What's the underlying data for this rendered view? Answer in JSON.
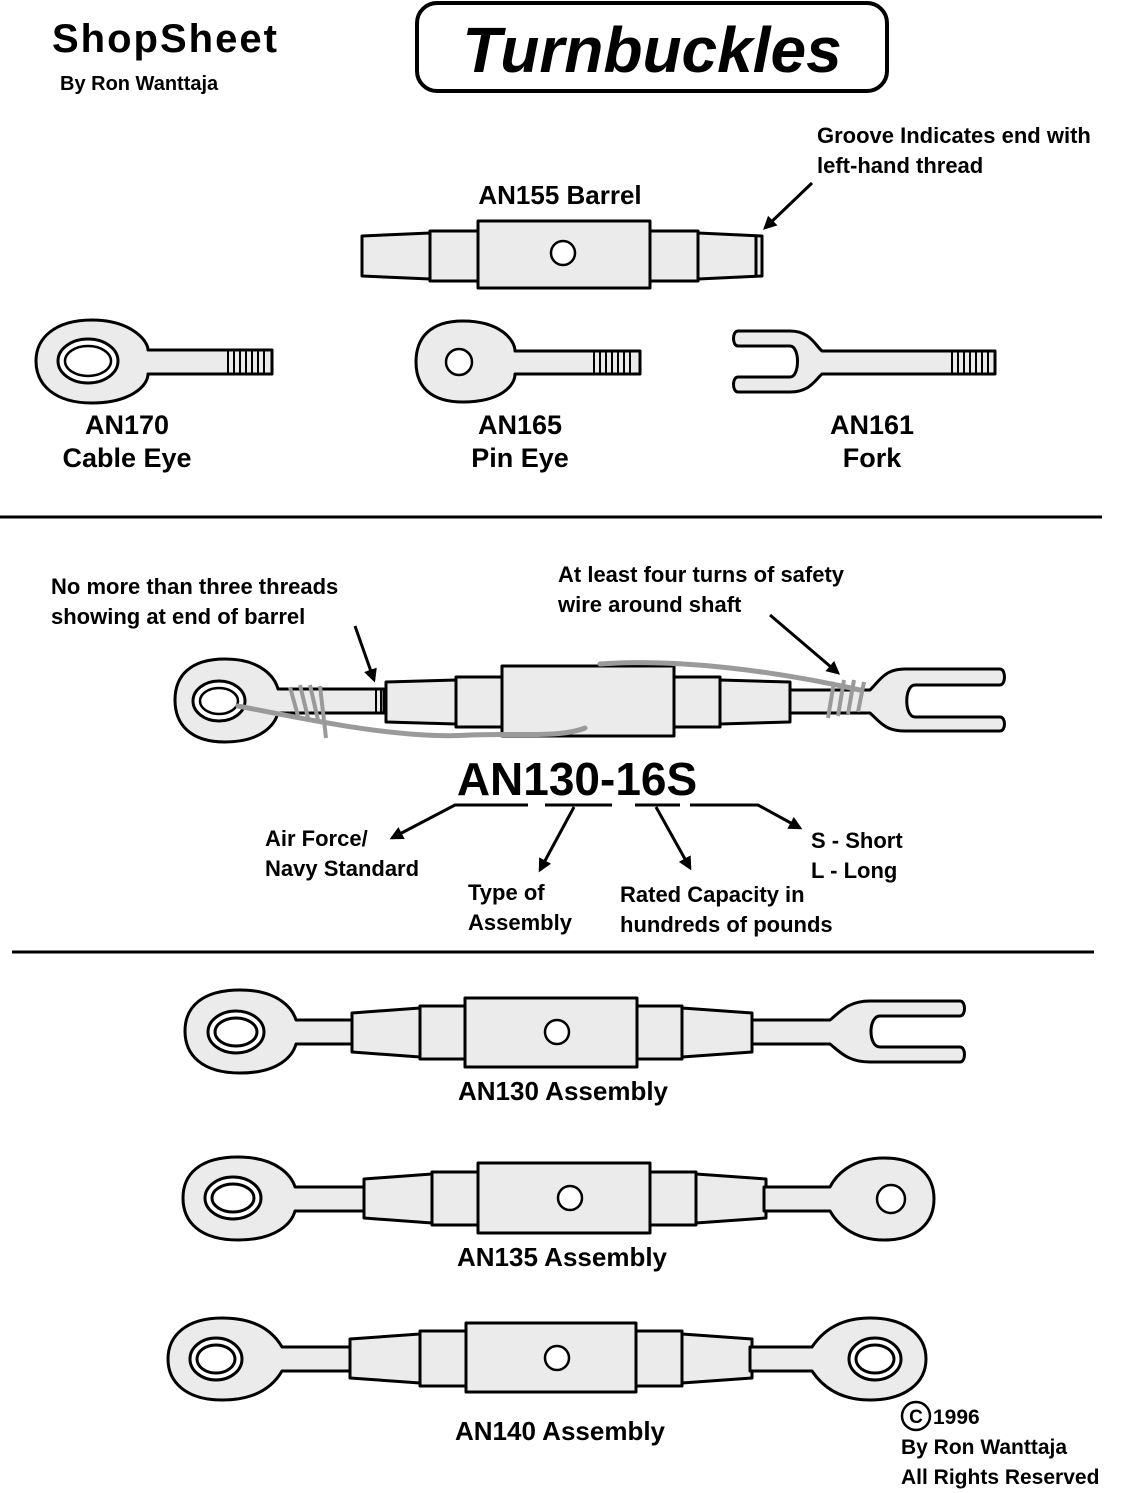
{
  "header": {
    "brand": "ShopSheet",
    "author": "By Ron Wanttaja",
    "title": "Turnbuckles"
  },
  "parts": {
    "barrel": {
      "label": "AN155  Barrel",
      "groove_note": [
        "Groove Indicates end with",
        "left-hand thread"
      ]
    },
    "cable_eye": {
      "code": "AN170",
      "name": "Cable  Eye"
    },
    "pin_eye": {
      "code": "AN165",
      "name": "Pin Eye"
    },
    "fork": {
      "code": "AN161",
      "name": "Fork"
    }
  },
  "installation": {
    "threads_note": [
      "No more than three threads",
      "showing at end of barrel"
    ],
    "safety_note": [
      "At least four turns of safety",
      "wire around shaft"
    ],
    "part_number": "AN130-16S",
    "legend": {
      "standard": [
        "Air Force/",
        "Navy Standard"
      ],
      "type": [
        "Type of",
        "Assembly"
      ],
      "capacity": [
        "Rated Capacity in",
        "hundreds of pounds"
      ],
      "length": [
        "S - Short",
        "L - Long"
      ]
    }
  },
  "assemblies": [
    {
      "label": "AN130 Assembly"
    },
    {
      "label": "AN135 Assembly"
    },
    {
      "label": "AN140 Assembly"
    }
  ],
  "copyright": {
    "symbol": "C",
    "year": "1996",
    "author": "By Ron Wanttaja",
    "rights": "All Rights Reserved"
  },
  "colors": {
    "part_fill": "#ebebeb",
    "safety_wire": "#9a9a9a",
    "ink": "#000000"
  }
}
